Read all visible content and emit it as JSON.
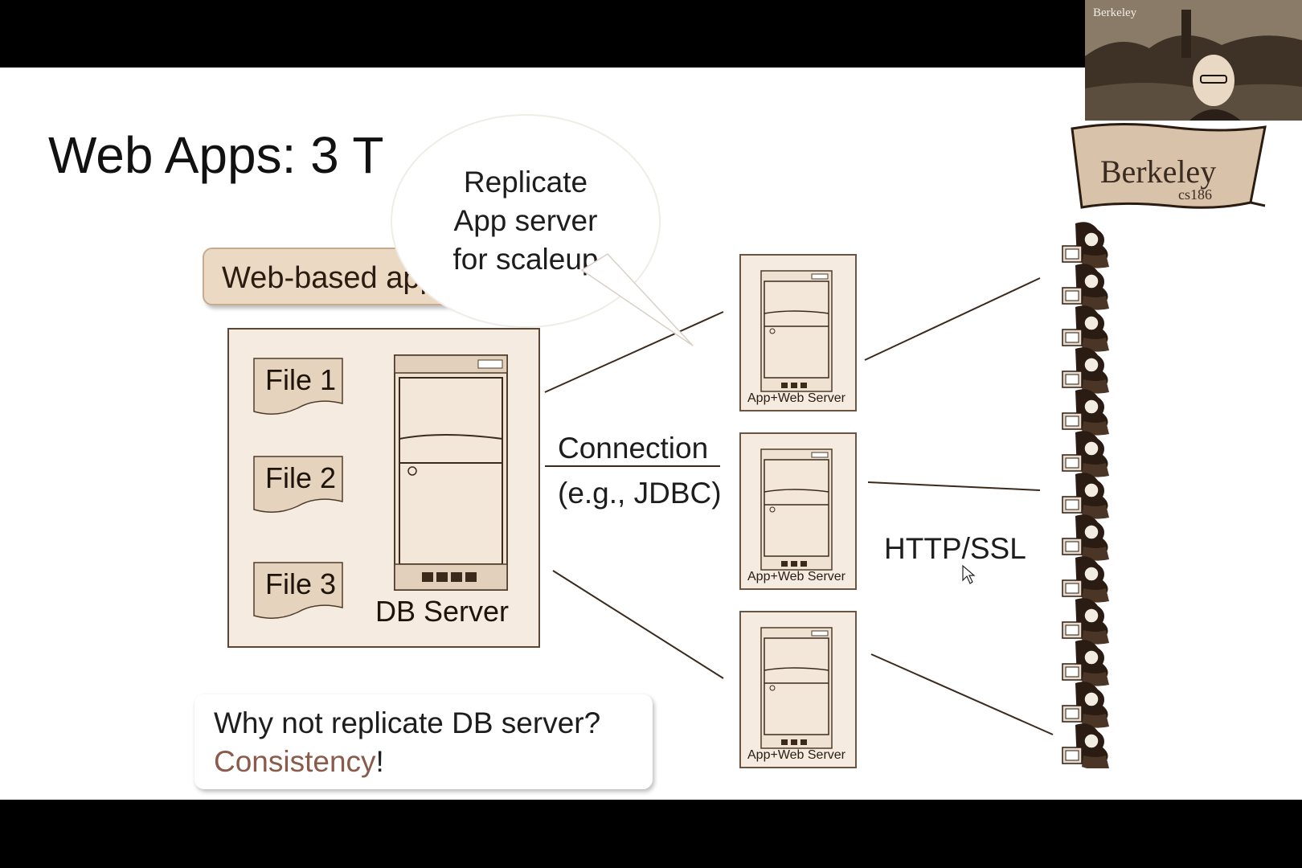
{
  "slide": {
    "title": "Web Apps: 3 T",
    "tag": "Web-based applications",
    "bubble": [
      "Replicate",
      "App server",
      "for scaleup"
    ],
    "files": [
      "File 1",
      "File 2",
      "File 3"
    ],
    "db_label": "DB Server",
    "app_label": "App+Web Server",
    "connection": [
      "Connection",
      "(e.g., JDBC)"
    ],
    "protocol": "HTTP/SSL",
    "question": "Why not replicate DB server?",
    "answer_word": "Consistency",
    "answer_punct": "!"
  },
  "overlay": {
    "video_logo": "Berkeley",
    "banner_title": "Berkeley",
    "banner_sub": "cs186"
  },
  "colors": {
    "accent": "#8a5a4a",
    "box_fill": "#f5ebe0",
    "tag_fill": "#ecd9c4"
  }
}
